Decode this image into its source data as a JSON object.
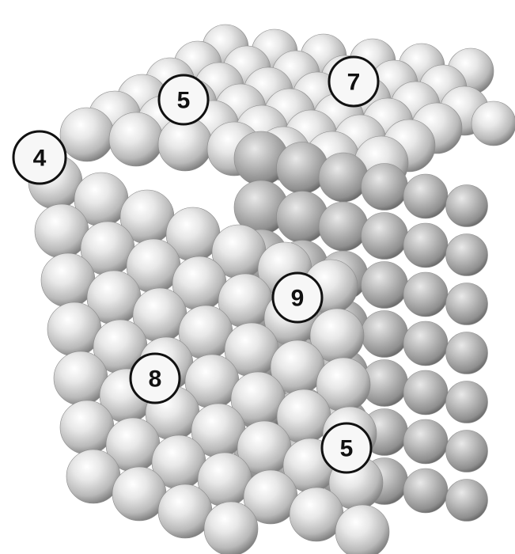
{
  "figure": {
    "description_colors": {
      "sphere_highlight": "#ffffff",
      "sphere_mid": "#cfcfcf",
      "sphere_shadow": "#6f6f6f",
      "label_stroke": "#111111",
      "label_fill": "#f7f7f7"
    },
    "labels": [
      {
        "id": "label-4",
        "text": "4"
      },
      {
        "id": "label-5-top",
        "text": "5"
      },
      {
        "id": "label-7",
        "text": "7"
      },
      {
        "id": "label-9",
        "text": "9"
      },
      {
        "id": "label-8",
        "text": "8"
      },
      {
        "id": "label-5-bottom",
        "text": "5"
      }
    ]
  }
}
